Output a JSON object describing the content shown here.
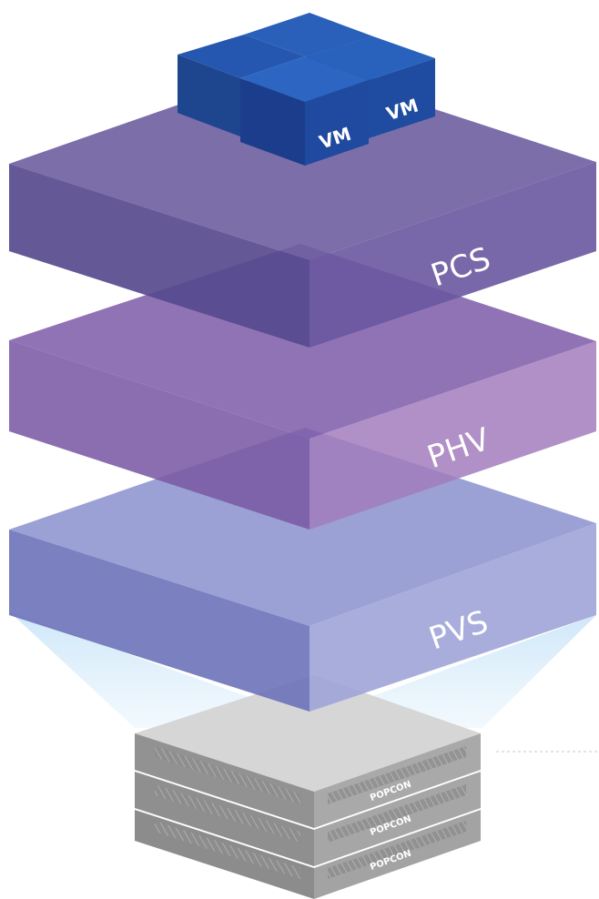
{
  "vm_cubes": {
    "labels": [
      "VM",
      "VM"
    ],
    "color_front": "#1b3f8f",
    "color_top": "#2557b0"
  },
  "layers": [
    {
      "label": "PCS",
      "color": "#5e4a94"
    },
    {
      "label": "PHV",
      "color": "#8a5fae"
    },
    {
      "label": "PVS",
      "color": "#7a82c4"
    }
  ],
  "servers": {
    "units": [
      "POPCON",
      "POPCON",
      "POPCON"
    ],
    "color": "#9a9a9a"
  }
}
